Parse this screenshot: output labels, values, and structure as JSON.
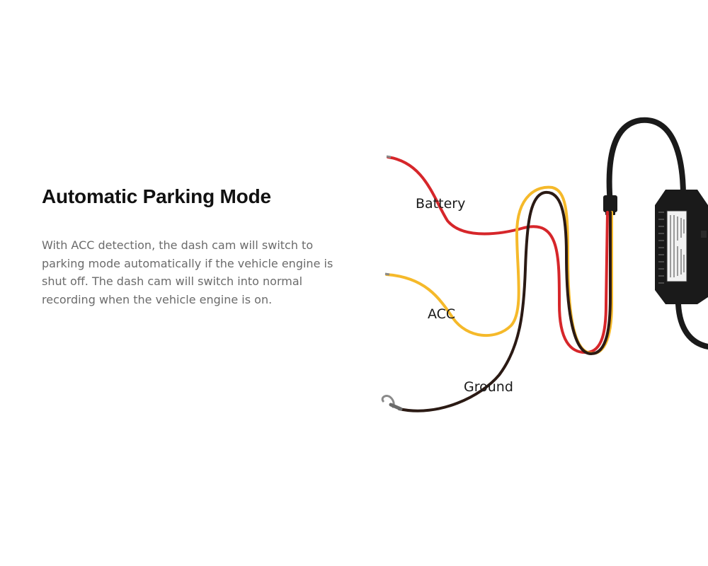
{
  "section": {
    "title": "Automatic Parking Mode",
    "description": "With ACC detection, the dash cam will switch to parking mode automatically if the vehicle engine is shut off. The dash cam will switch into normal recording when the vehicle engine is on."
  },
  "diagram": {
    "labels": {
      "battery": "Battery",
      "acc": "ACC",
      "ground": "Ground"
    },
    "colors": {
      "battery_wire": "#d6262a",
      "acc_wire": "#f5b92a",
      "ground_wire": "#2b1a14",
      "main_cable": "#1a1a1a"
    }
  }
}
